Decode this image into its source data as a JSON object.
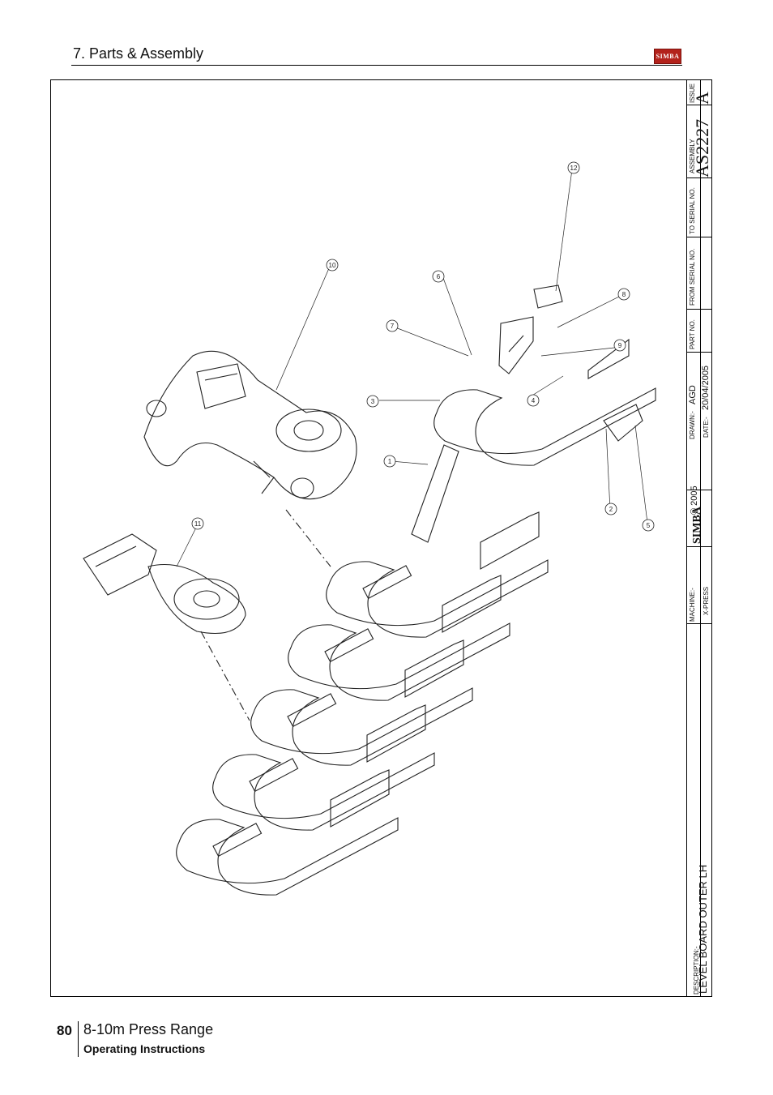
{
  "header": {
    "section_title": "7. Parts & Assembly",
    "logo_text": "SIMBA"
  },
  "drawing": {
    "callouts": [
      "1",
      "2",
      "3",
      "4",
      "5",
      "6",
      "7",
      "8",
      "9",
      "10",
      "11",
      "12"
    ]
  },
  "title_block": {
    "issue_label": "ISSUE",
    "issue_value": "A",
    "assembly_label": "ASSEMBLY",
    "assembly_value": "AS2227",
    "to_serial_label": "TO SERIAL NO.",
    "from_serial_label": "FROM SERIAL NO.",
    "part_no_label": "PART NO.",
    "drawn_label": "DRAWN:-",
    "drawn_value": "AGD",
    "date_label": "DATE:-",
    "date_value": "20/04/2005",
    "copyright": "© 2005",
    "logo_text": "SIMBA",
    "machine_label": "MACHINE:-",
    "machine_value": "X-PRESS",
    "description_label": "DESCRIPTION:-",
    "description_value": "LEVEL BOARD OUTER LH"
  },
  "footer": {
    "page_number": "80",
    "title": "8-10m Press Range",
    "subtitle": "Operating Instructions"
  }
}
